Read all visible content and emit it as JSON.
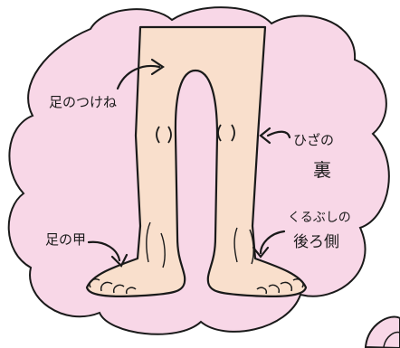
{
  "labels": {
    "thigh_base": "足のつけね",
    "knee_back_line1": "ひざの",
    "knee_back_line2": "裏",
    "instep": "足の甲",
    "ankle_back_line1": "くるぶしの",
    "ankle_back_line2": "後ろ側"
  },
  "colors": {
    "bubble_fill": "#f8d7e7",
    "skin": "#f9dfcc",
    "outline": "#1a1a1a"
  }
}
